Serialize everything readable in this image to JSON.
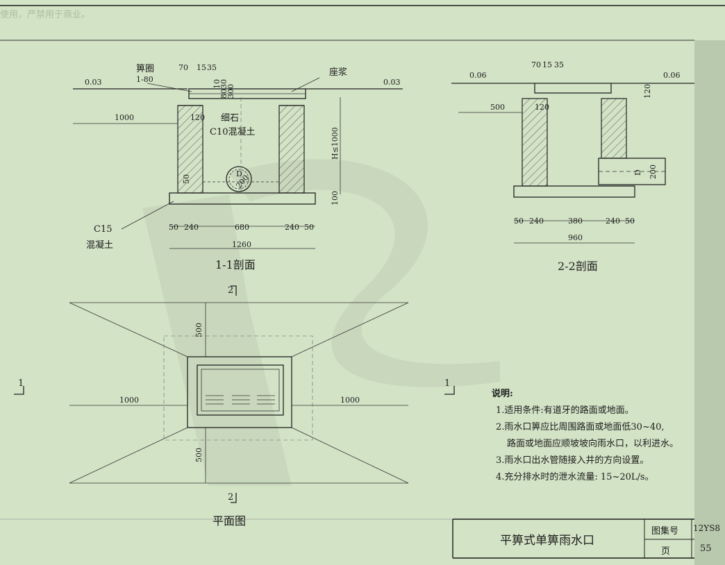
{
  "header": {
    "watermark": "使用，严禁用于商业。"
  },
  "section_1_1": {
    "caption": "1-1剖面",
    "label_grate": "箅圈",
    "label_grate_spec": "1-80",
    "label_mortar": "座浆",
    "label_fine_stone": "细石",
    "label_c10": "C10混凝土",
    "label_c15": "C15",
    "label_c15_2": "混凝土",
    "label_h": "H≤1000",
    "label_d": "D",
    "label_d_val": "200",
    "level_left": "0.03",
    "level_right": "0.03",
    "dims": {
      "d70": "70",
      "d15": "15",
      "d35": "35",
      "d10": "10",
      "d80": "80",
      "d30a": "30",
      "d30b": "30",
      "d0": "0",
      "d1000": "1000",
      "d120": "120",
      "d50v": "50",
      "d100": "100",
      "b50a": "50",
      "b240a": "240",
      "b680": "680",
      "b240b": "240",
      "b50b": "50",
      "b1260": "1260"
    }
  },
  "section_2_2": {
    "caption": "2-2剖面",
    "level_left": "0.06",
    "level_right": "0.06",
    "label_d": "D",
    "dims": {
      "t70": "70",
      "t15": "15",
      "t35": "35",
      "d500": "500",
      "d120a": "120",
      "d120b": "120",
      "d200": "200",
      "b50a": "50",
      "b240a": "240",
      "b380": "380",
      "b240b": "240",
      "b50b": "50",
      "b960": "960"
    }
  },
  "plan": {
    "caption": "平面图",
    "cut_top": "2",
    "cut_bottom": "2",
    "cut_left": "1",
    "cut_right": "1",
    "d500_top": "500",
    "d500_bottom": "500",
    "d1000_left": "1000",
    "d1000_right": "1000"
  },
  "notes": {
    "title": "说明:",
    "items": [
      "1.适用条件:有道牙的路面或地面。",
      "2.雨水口箅应比周围路面或地面低30~40,",
      "  路面或地面应顺坡坡向雨水口，以利进水。",
      "3.雨水口出水管随接入井的方向设置。",
      "4.充分排水时的泄水流量: 15~20L/s。"
    ]
  },
  "title_block": {
    "drawing_title": "平箅式单箅雨水口",
    "atlas_label": "图集号",
    "atlas_value": "12YS8",
    "page_label": "页",
    "page_value": "55"
  },
  "colors": {
    "paper": "#d3e3c6",
    "ink": "#1c1c1c"
  }
}
